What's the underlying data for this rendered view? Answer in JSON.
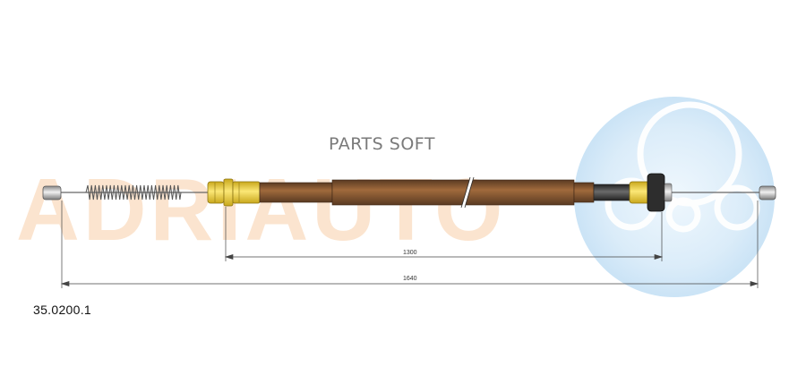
{
  "diagram": {
    "watermark_brand": "ADRIAUTO",
    "watermark_text": "PARTS SOFT",
    "part_number": "35.0200.1",
    "dimensions": {
      "inner_length": "1300",
      "overall_length": "1640"
    },
    "colors": {
      "cable_sheath": "#8b5a32",
      "cable_dark": "#3a3a3a",
      "end_fitting_yellow": "#f2d23a",
      "watermark_orange": "#f8cfa8",
      "watermark_blue": "#cfe6f7"
    }
  }
}
